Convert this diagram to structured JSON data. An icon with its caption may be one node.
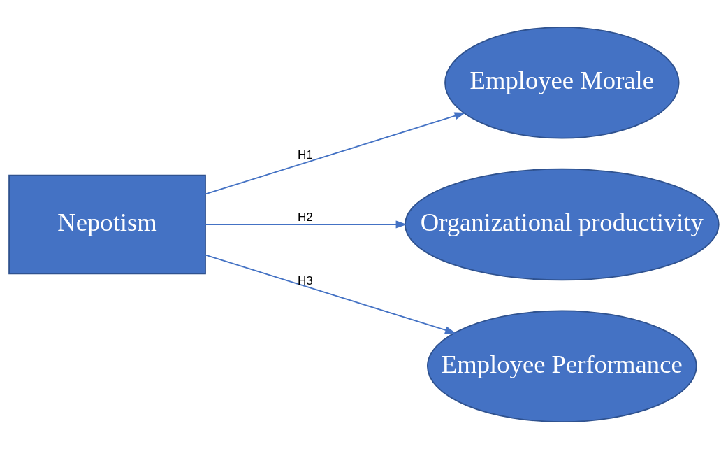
{
  "diagram": {
    "nodes": [
      {
        "text": [
          "Nepotism"
        ]
      },
      {
        "text": [
          "Employee Morale"
        ]
      },
      {
        "text": [
          "Organizational productivity"
        ]
      },
      {
        "text": [
          "Employee Performance"
        ]
      }
    ],
    "edges": [
      {
        "from": 0,
        "to": 1,
        "arrow": "to",
        "label": "H1"
      },
      {
        "from": 0,
        "to": 2,
        "arrow": "to",
        "label": "H2"
      },
      {
        "from": 0,
        "to": 3,
        "arrow": "to",
        "label": "H3"
      }
    ]
  }
}
